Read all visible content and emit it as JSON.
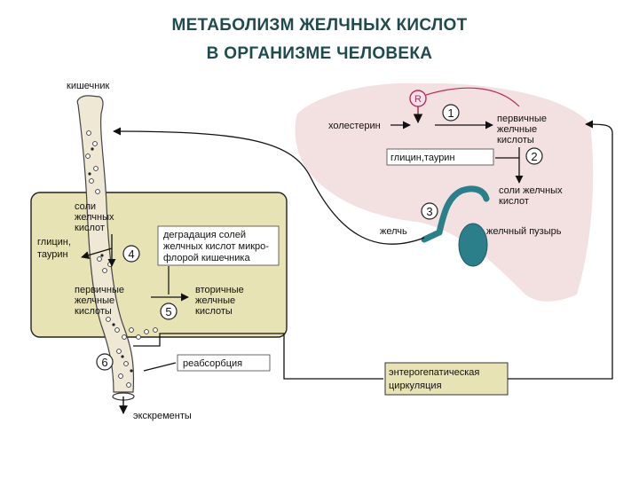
{
  "title": {
    "line1": "МЕТАБОЛИЗМ ЖЕЛЧНЫХ КИСЛОТ",
    "line2": "В ОРГАНИЗМЕ ЧЕЛОВЕКА"
  },
  "labels": {
    "intestine": "кишечник",
    "salts_line1": "соли",
    "salts_line2": "желчных",
    "salts_line3": "кислот",
    "glycine_left_line1": "глицин,",
    "glycine_left_line2": "таурин",
    "degradation_line1": "деградация солей",
    "degradation_line2": "желчных кислот микро-",
    "degradation_line3": "флорой кишечника",
    "primary_left_line1": "первичные",
    "primary_left_line2": "желчные",
    "primary_left_line3": "кислоты",
    "secondary_line1": "вторичные",
    "secondary_line2": "желчные",
    "secondary_line3": "кислоты",
    "reabsorption": "реабсорбция",
    "excrement": "экскременты",
    "enterohepatic_line1": "энтерогепатическая",
    "enterohepatic_line2": "циркуляция",
    "cholesterol": "холестерин",
    "primary_right_line1": "первичные",
    "primary_right_line2": "желчные",
    "primary_right_line3": "кислоты",
    "glycine_right": "глицин,таурин",
    "salts_right_line1": "соли желчных",
    "salts_right_line2": "кислот",
    "bile": "желчь",
    "gallbladder": "желчный пузырь",
    "regulator": "R"
  },
  "steps": [
    "1",
    "2",
    "3",
    "4",
    "5",
    "6"
  ],
  "colors": {
    "title": "#1f4b4f",
    "liver": "#f3e0e0",
    "intestine_box": "#e8e3b5",
    "gut_fill": "#efe8d4",
    "gallbladder": "#2a7f8a",
    "regulator": "#b03060"
  }
}
